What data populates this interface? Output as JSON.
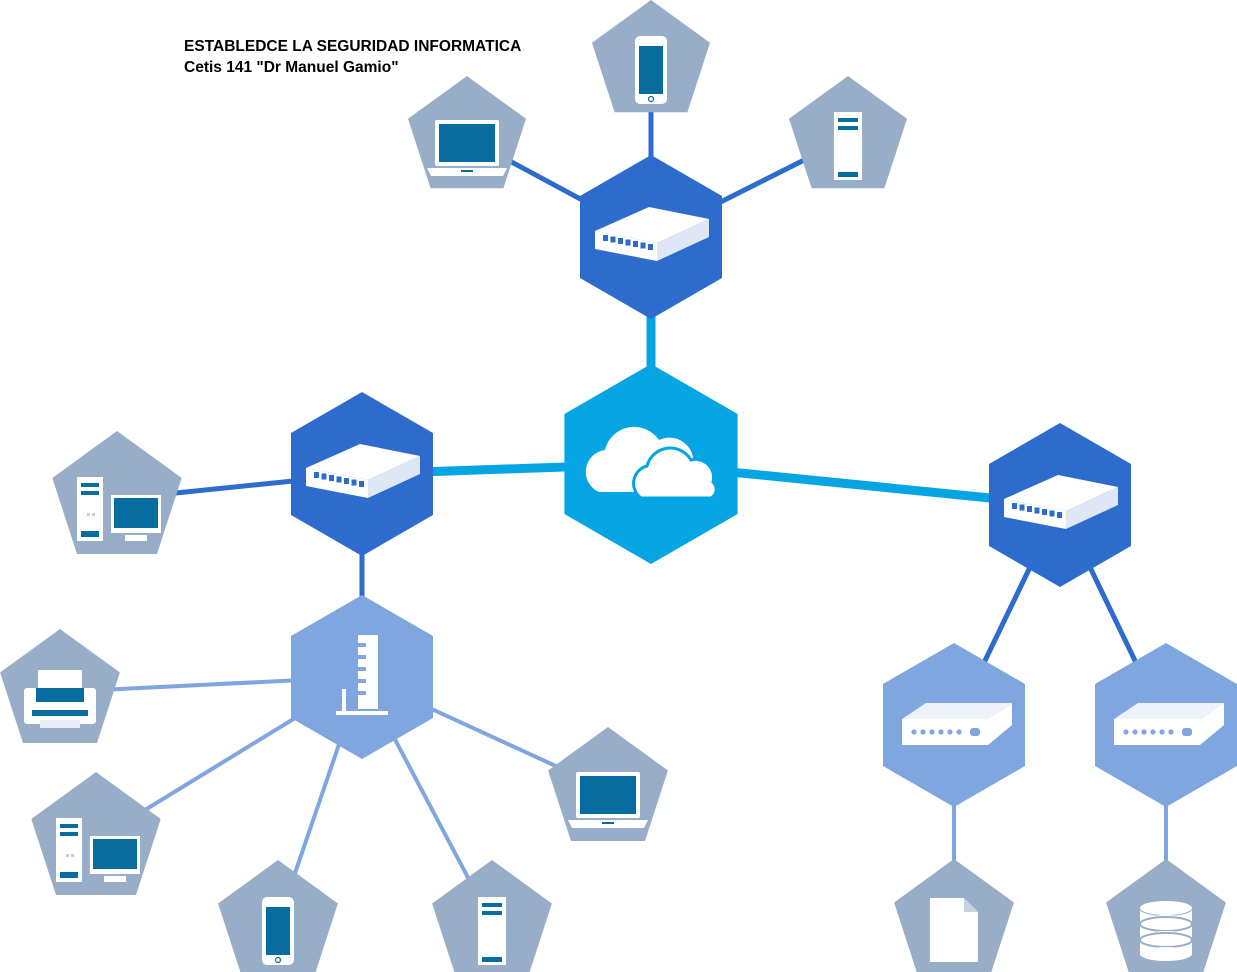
{
  "header": {
    "title": "ESTABLEDCE LA SEGURIDAD INFORMATICA",
    "subtitle": "Cetis 141 \"Dr Manuel Gamio\""
  },
  "colors": {
    "cloud": "#05a5e4",
    "switch": "#2d6bcd",
    "secondary_node": "#80a6e0",
    "endpoint": "#98adc8",
    "endpoint_icon": "#076d9e",
    "link_primary": "#05a5e4",
    "link_switch": "#2d6bcd",
    "link_secondary": "#80a6e0"
  },
  "nodes": [
    {
      "id": "cloud",
      "kind": "cloud",
      "icon": "cloud-icon"
    },
    {
      "id": "switch-top",
      "kind": "switch",
      "icon": "network-switch-icon"
    },
    {
      "id": "switch-left",
      "kind": "switch",
      "icon": "network-switch-icon"
    },
    {
      "id": "switch-right",
      "kind": "switch",
      "icon": "network-switch-icon"
    },
    {
      "id": "access-point",
      "kind": "secondary",
      "icon": "access-point-icon"
    },
    {
      "id": "modem-1",
      "kind": "secondary",
      "icon": "modem-icon"
    },
    {
      "id": "modem-2",
      "kind": "secondary",
      "icon": "modem-icon"
    },
    {
      "id": "top-laptop",
      "kind": "endpoint",
      "icon": "laptop-icon"
    },
    {
      "id": "top-phone",
      "kind": "endpoint",
      "icon": "smartphone-icon"
    },
    {
      "id": "top-server",
      "kind": "endpoint",
      "icon": "server-icon"
    },
    {
      "id": "left-desktop",
      "kind": "endpoint",
      "icon": "desktop-computer-icon"
    },
    {
      "id": "printer",
      "kind": "endpoint",
      "icon": "printer-icon"
    },
    {
      "id": "bottom-desktop",
      "kind": "endpoint",
      "icon": "desktop-computer-icon"
    },
    {
      "id": "bottom-phone",
      "kind": "endpoint",
      "icon": "smartphone-icon"
    },
    {
      "id": "bottom-server",
      "kind": "endpoint",
      "icon": "server-icon"
    },
    {
      "id": "bottom-laptop",
      "kind": "endpoint",
      "icon": "laptop-icon"
    },
    {
      "id": "document",
      "kind": "endpoint",
      "icon": "document-icon"
    },
    {
      "id": "database",
      "kind": "endpoint",
      "icon": "database-icon"
    }
  ],
  "links": [
    {
      "from": "cloud",
      "to": "switch-top",
      "style": "primary"
    },
    {
      "from": "cloud",
      "to": "switch-left",
      "style": "primary"
    },
    {
      "from": "cloud",
      "to": "switch-right",
      "style": "primary"
    },
    {
      "from": "switch-top",
      "to": "top-laptop",
      "style": "switch"
    },
    {
      "from": "switch-top",
      "to": "top-phone",
      "style": "switch"
    },
    {
      "from": "switch-top",
      "to": "top-server",
      "style": "switch"
    },
    {
      "from": "switch-left",
      "to": "left-desktop",
      "style": "switch"
    },
    {
      "from": "switch-left",
      "to": "access-point",
      "style": "switch"
    },
    {
      "from": "switch-right",
      "to": "modem-1",
      "style": "switch"
    },
    {
      "from": "switch-right",
      "to": "modem-2",
      "style": "switch"
    },
    {
      "from": "access-point",
      "to": "printer",
      "style": "secondary"
    },
    {
      "from": "access-point",
      "to": "bottom-desktop",
      "style": "secondary"
    },
    {
      "from": "access-point",
      "to": "bottom-phone",
      "style": "secondary"
    },
    {
      "from": "access-point",
      "to": "bottom-server",
      "style": "secondary"
    },
    {
      "from": "access-point",
      "to": "bottom-laptop",
      "style": "secondary"
    },
    {
      "from": "modem-1",
      "to": "document",
      "style": "secondary"
    },
    {
      "from": "modem-2",
      "to": "database",
      "style": "secondary"
    }
  ]
}
